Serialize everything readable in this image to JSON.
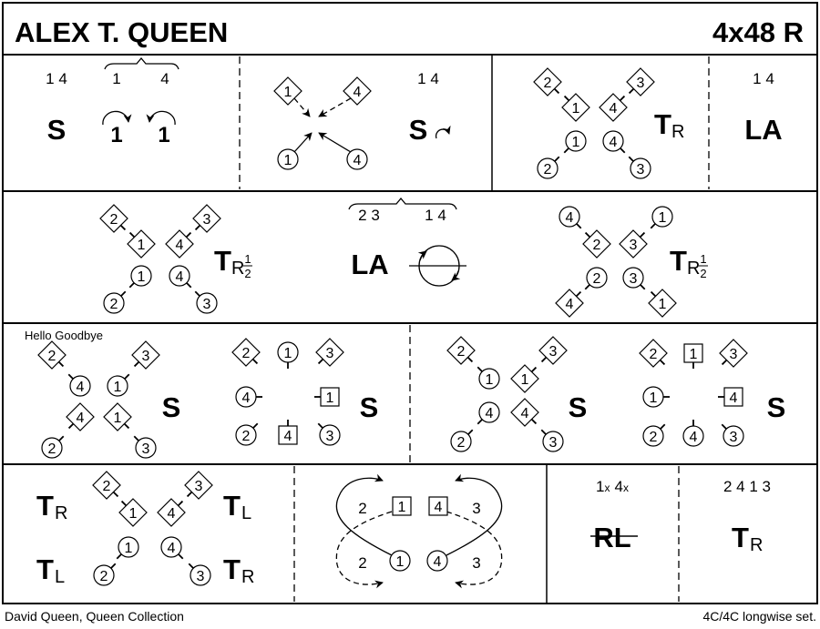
{
  "title": "ALEX T. QUEEN",
  "format": "4x48 R",
  "footer": {
    "left": "David Queen, Queen Collection",
    "right": "4C/4C longwise set."
  },
  "row1": {
    "p1": {
      "couples": "1 4",
      "bracket_left": "1",
      "bracket_right": "4",
      "figure": "S",
      "cast_left": "1",
      "cast_right": "1"
    },
    "p2": {
      "couples": "1 4",
      "figure": "S",
      "dancers": [
        "1",
        "4",
        "1",
        "4"
      ]
    },
    "p3": {
      "figure": "T",
      "sub": "R",
      "dancers": [
        "2",
        "1",
        "4",
        "3",
        "1",
        "4",
        "2",
        "3"
      ]
    },
    "p4": {
      "couples": "1 4",
      "figure": "LA"
    }
  },
  "row2": {
    "left": {
      "figure": "T",
      "sub": "R",
      "frac_num": "1",
      "frac_den": "2",
      "dancers": [
        "2",
        "1",
        "4",
        "3",
        "1",
        "4",
        "2",
        "3"
      ]
    },
    "mid": {
      "couples_left": "2 3",
      "couples_right": "1 4",
      "figure": "LA"
    },
    "right": {
      "figure": "T",
      "sub": "R",
      "frac_num": "1",
      "frac_den": "2",
      "dancers": [
        "4",
        "2",
        "3",
        "1",
        "2",
        "3",
        "4",
        "1"
      ]
    }
  },
  "row3": {
    "a": {
      "name": "Hello Goodbye",
      "figure": "S",
      "dancers": [
        "2",
        "4",
        "1",
        "3",
        "4",
        "1",
        "2",
        "3"
      ]
    },
    "b": {
      "figure": "S",
      "dancers": [
        "2",
        "1",
        "3",
        "4",
        "1",
        "2",
        "4",
        "3"
      ]
    },
    "c": {
      "figure": "S",
      "dancers": [
        "2",
        "1",
        "1",
        "3",
        "4",
        "4",
        "2",
        "3"
      ]
    },
    "d": {
      "figure": "S",
      "dancers": [
        "2",
        "1",
        "3",
        "1",
        "4",
        "2",
        "4",
        "3"
      ]
    }
  },
  "row4": {
    "p1": {
      "t1": "T",
      "s1": "R",
      "t2": "T",
      "s2": "L",
      "t3": "T",
      "s3": "L",
      "t4": "T",
      "s4": "R",
      "dancers": [
        "2",
        "1",
        "4",
        "3",
        "1",
        "4",
        "2",
        "3"
      ]
    },
    "p2": {
      "side_top_left": "2",
      "side_top_right": "3",
      "side_bot_left": "2",
      "side_bot_right": "3",
      "dancers": [
        "1",
        "4",
        "1",
        "4"
      ]
    },
    "p3": {
      "cross1_num": "1",
      "cross1_mark": "x",
      "cross2_num": "4",
      "cross2_mark": "x",
      "figure": "RL"
    },
    "p4": {
      "order": "2 4 1 3",
      "figure": "T",
      "sub": "R"
    }
  }
}
